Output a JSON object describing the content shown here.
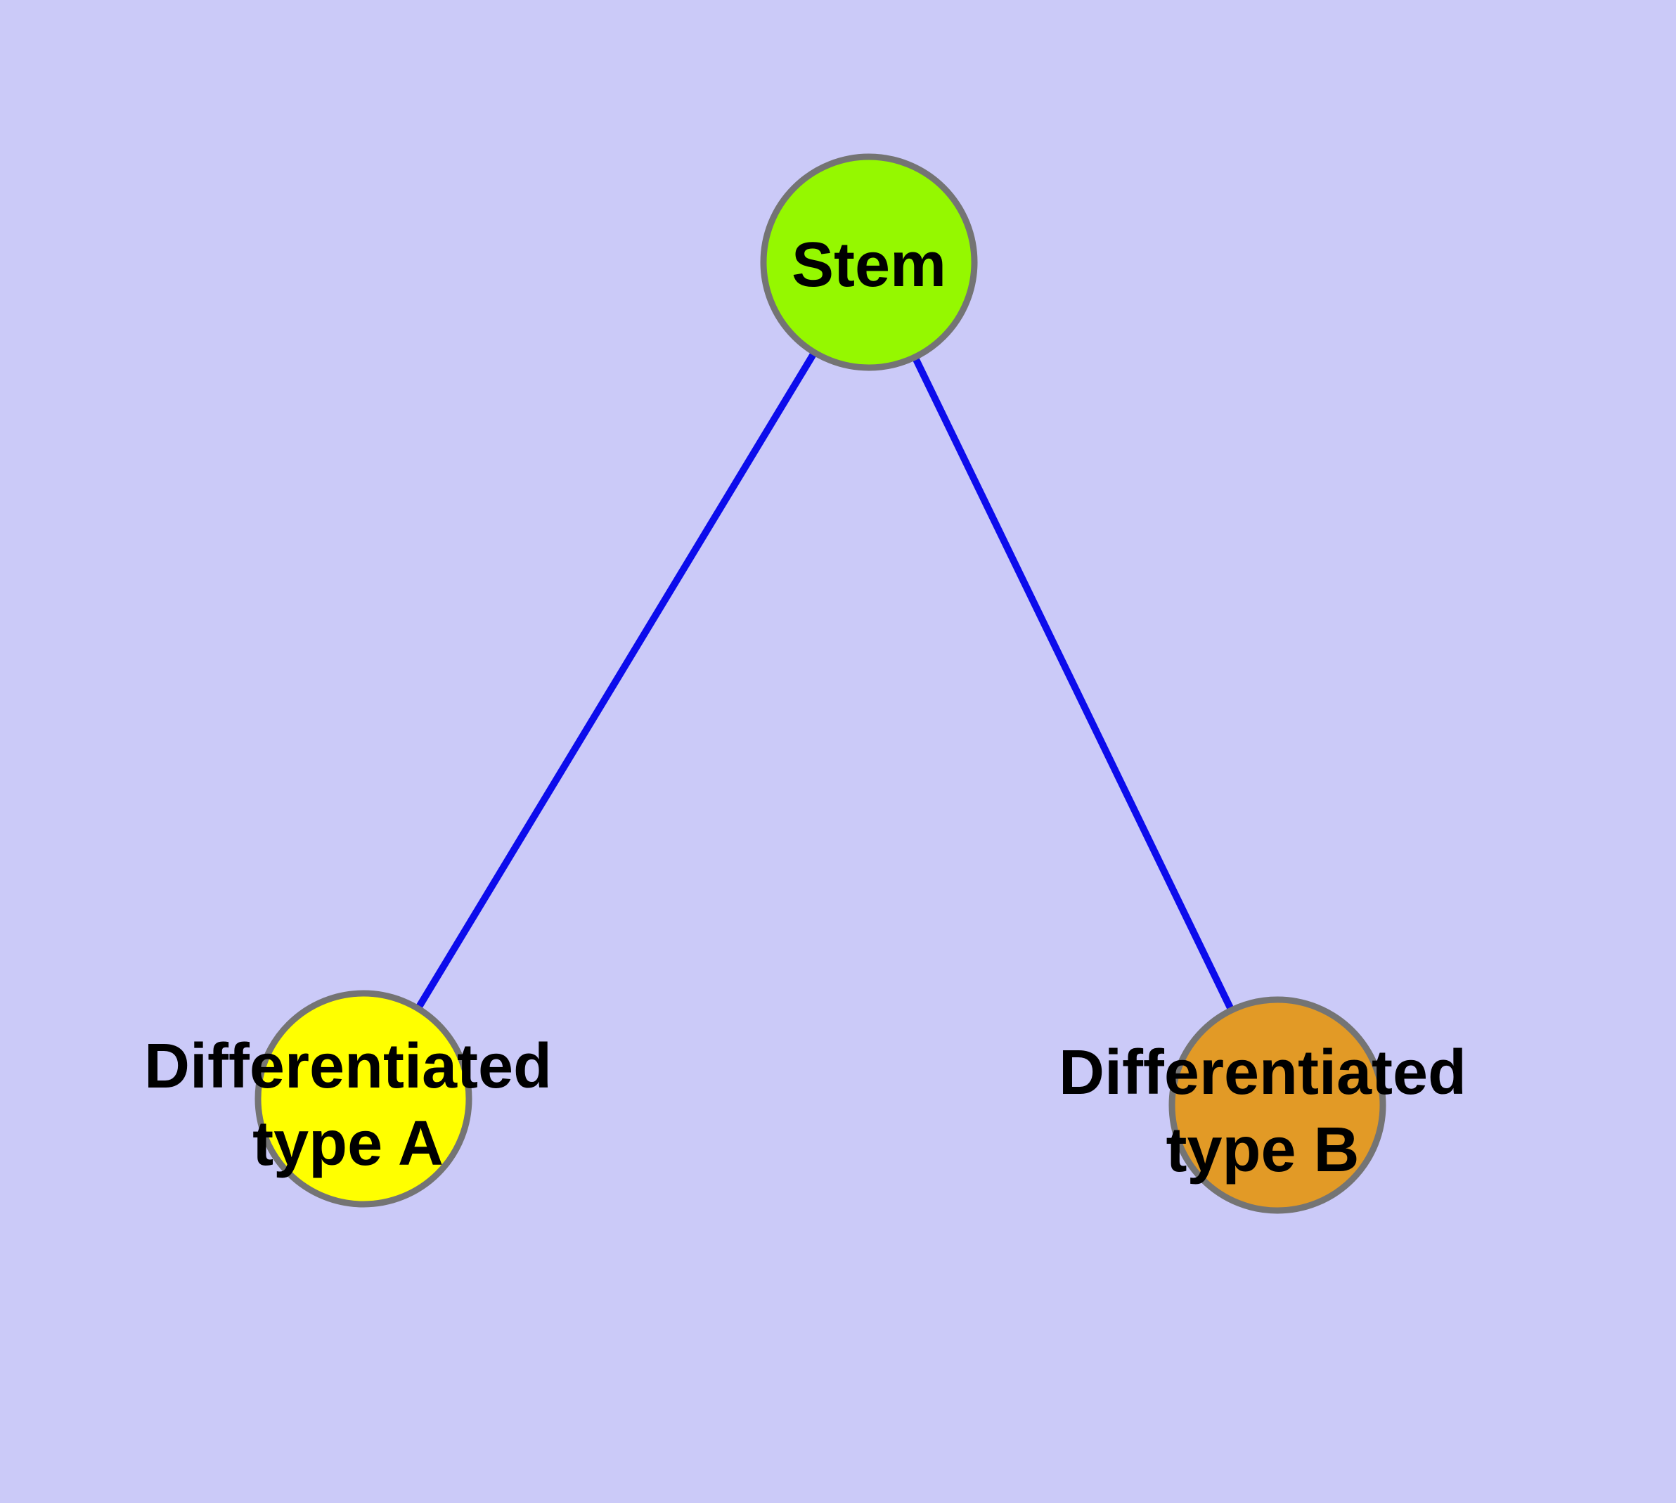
{
  "diagram": {
    "type": "node-link-graph",
    "background_color": "#cbcaf8",
    "edge_color": "#0c0cec",
    "node_border_color": "#747474",
    "label_color": "#000000",
    "nodes": [
      {
        "id": "stem",
        "label_lines": [
          "Stem"
        ],
        "fill": "#95f800"
      },
      {
        "id": "differentiated-type-a",
        "label_lines": [
          "Differentiated",
          "type A"
        ],
        "fill": "#ffff00"
      },
      {
        "id": "differentiated-type-b",
        "label_lines": [
          "Differentiated",
          "type B"
        ],
        "fill": "#e29a26"
      }
    ],
    "edges": [
      {
        "from": "stem",
        "to": "differentiated-type-a"
      },
      {
        "from": "stem",
        "to": "differentiated-type-b"
      }
    ]
  }
}
